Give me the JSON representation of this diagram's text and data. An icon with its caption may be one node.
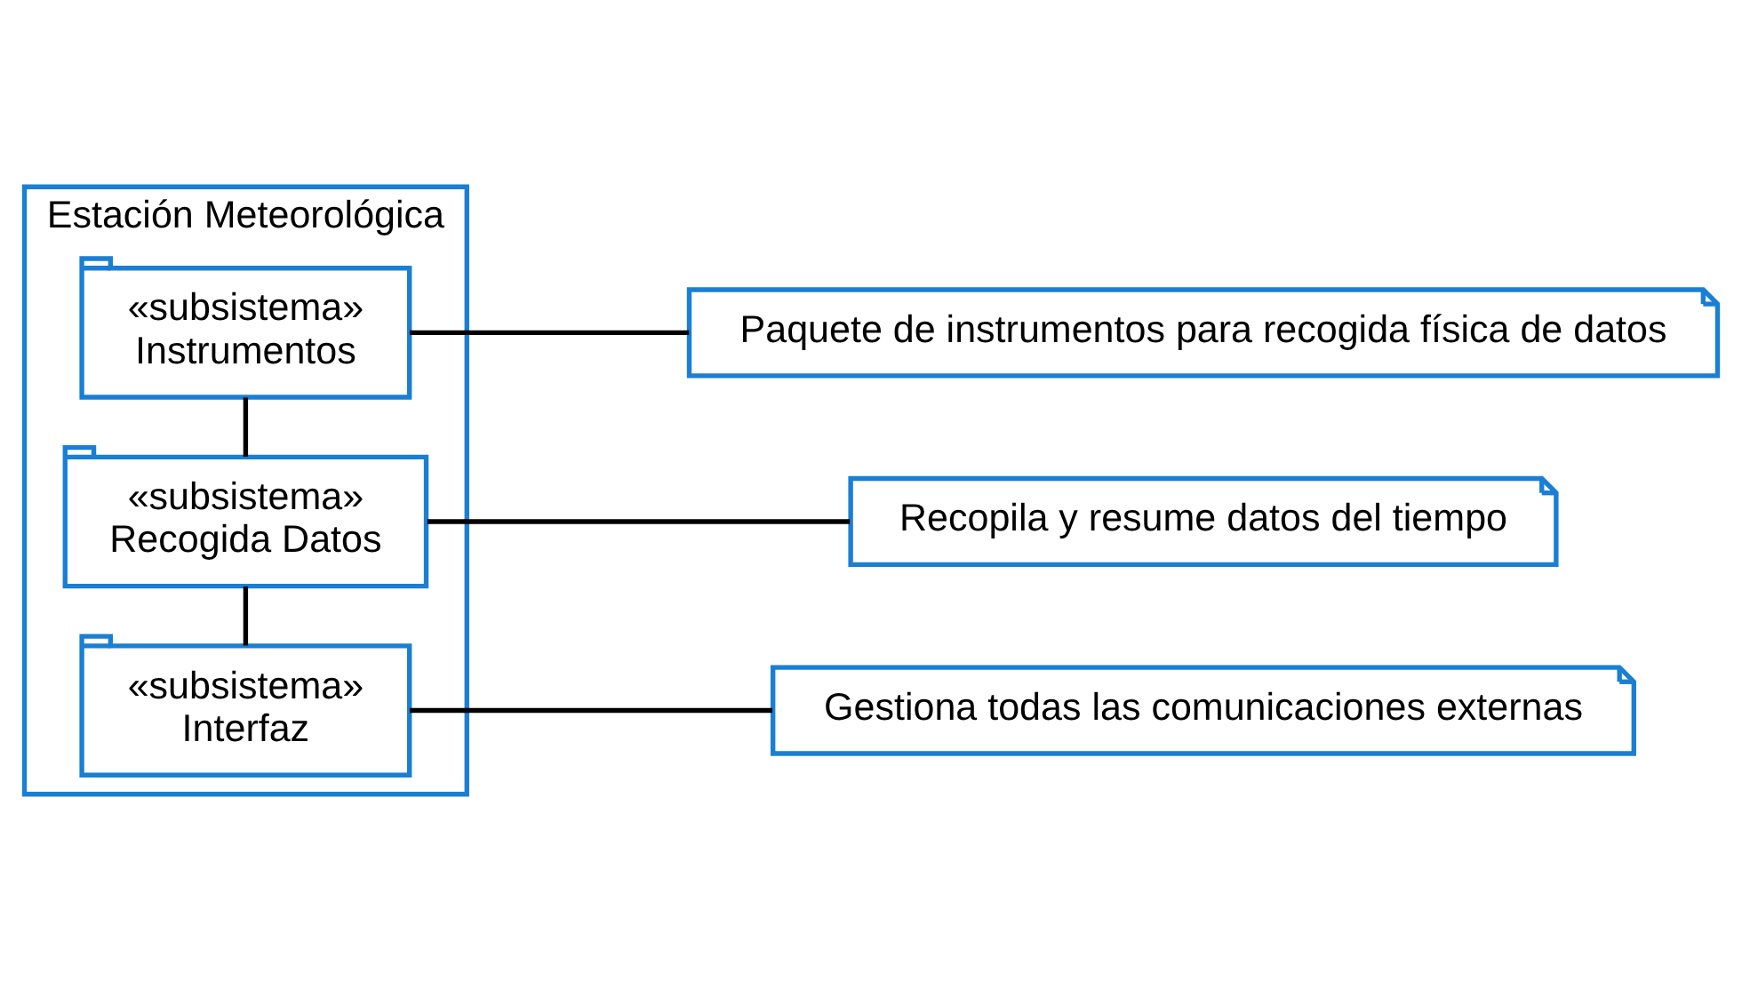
{
  "diagram": {
    "nodes": [
      {
        "text": [
          "Estación Meteorológica"
        ]
      },
      {
        "text": [
          "«subsistema»",
          "Interfaz"
        ],
        "in": 0
      },
      {
        "text": [
          "«subsistema»",
          "Recogida Datos"
        ],
        "in": 0
      },
      {
        "text": [
          "«subsistema»",
          "Instrumentos"
        ],
        "in": 0
      },
      {
        "text": [
          "Gestiona todas las comunicaciones externas"
        ]
      },
      {
        "text": [
          "Recopila y resume datos del tiempo"
        ]
      },
      {
        "text": [
          "Paquete de instrumentos para recogida física de datos"
        ]
      }
    ],
    "edges": [
      {
        "from": 1,
        "to": 2,
        "arrow": "none"
      },
      {
        "from": 2,
        "to": 3,
        "arrow": "none"
      },
      {
        "from": 1,
        "to": 4,
        "arrow": "none"
      },
      {
        "from": 2,
        "to": 5,
        "arrow": "none"
      },
      {
        "from": 3,
        "to": 6,
        "arrow": "none"
      }
    ]
  }
}
